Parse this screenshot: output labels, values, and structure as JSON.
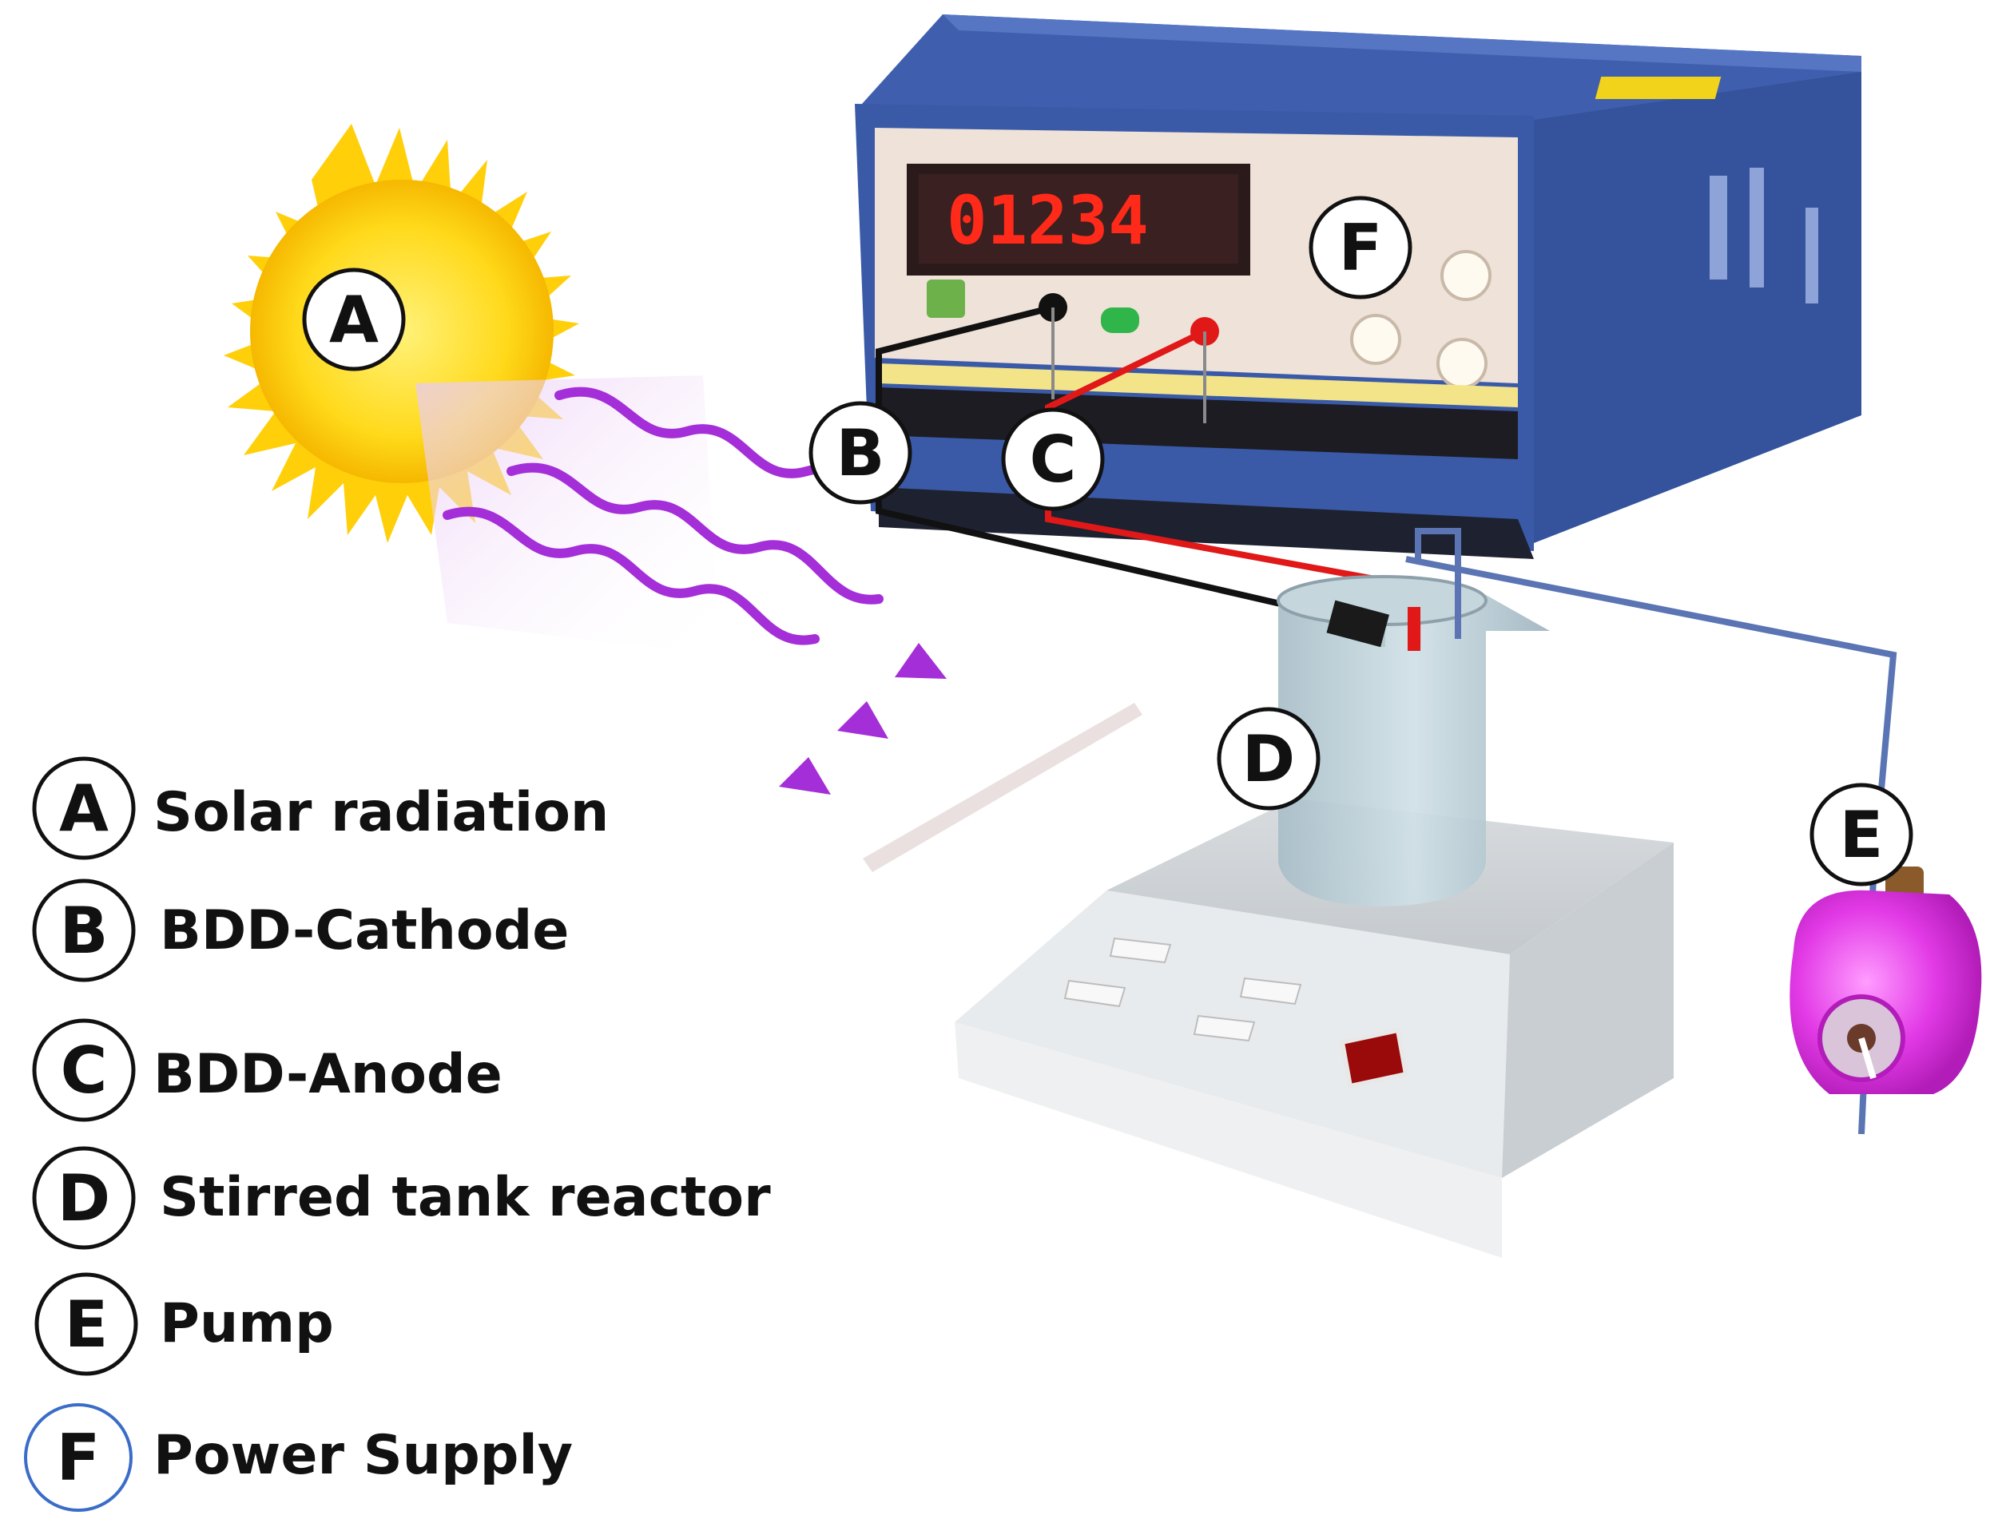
{
  "display": {
    "readout": "01234"
  },
  "callouts": {
    "A": "A",
    "B": "B",
    "C": "C",
    "D": "D",
    "E": "E",
    "F": "F"
  },
  "legend": [
    {
      "letter": "A",
      "label": "Solar radiation"
    },
    {
      "letter": "B",
      "label": "BDD-Cathode"
    },
    {
      "letter": "C",
      "label": "BDD-Anode"
    },
    {
      "letter": "D",
      "label": "Stirred tank reactor"
    },
    {
      "letter": "E",
      "label": "Pump"
    },
    {
      "letter": "F",
      "label": "Power Supply"
    }
  ],
  "colors": {
    "sun": "#ffd21a",
    "radiation": "#a42ed8",
    "power_supply_body": "#3b5aa6",
    "power_supply_panel": "#efe2d8",
    "cathode_wire": "#111111",
    "anode_wire": "#e01818",
    "pump": "#e23ae6",
    "tubing": "#5a74b4"
  }
}
